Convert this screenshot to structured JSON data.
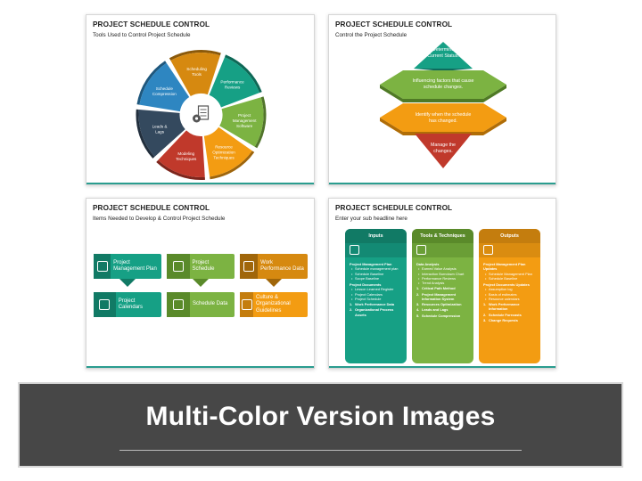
{
  "colors": {
    "teal": "#2a9d8f",
    "green": "#7cb342",
    "orange": "#f39c12",
    "red": "#c0392b",
    "blue": "#2e86c1",
    "navy": "#34495e",
    "amber": "#d68910",
    "dark_banner": "#474747"
  },
  "card1": {
    "title": "PROJECT SCHEDULE CONTROL",
    "subtitle": "Tools Used to Control Project Schedule",
    "segments": [
      {
        "line1": "Performance",
        "line2": "Reviews",
        "line3": "",
        "color": "#16a085"
      },
      {
        "line1": "Project",
        "line2": "Management",
        "line3": "Software",
        "color": "#7cb342"
      },
      {
        "line1": "Resource",
        "line2": "Optimization",
        "line3": "Techniques",
        "color": "#f39c12"
      },
      {
        "line1": "Modeling",
        "line2": "Techniques",
        "line3": "",
        "color": "#c0392b"
      },
      {
        "line1": "Leads &",
        "line2": "Lags",
        "line3": "",
        "color": "#34495e"
      },
      {
        "line1": "Schedule",
        "line2": "Compression",
        "line3": "",
        "color": "#2e86c1"
      },
      {
        "line1": "Scheduling",
        "line2": "Tools",
        "line3": "",
        "color": "#d68910"
      }
    ],
    "center_icon": "document-gear-icon"
  },
  "card2": {
    "title": "PROJECT SCHEDULE CONTROL",
    "subtitle": "Control the Project Schedule",
    "shapes": [
      {
        "line1": "Determine",
        "line2": "Current Status.",
        "color": "#16a085"
      },
      {
        "line1": "Influencing factors that cause",
        "line2": "schedule changes.",
        "color": "#7cb342"
      },
      {
        "line1": "Identify when the schedule",
        "line2": "has changed.",
        "color": "#f39c12"
      },
      {
        "line1": "Manage the",
        "line2": "changes.",
        "color": "#c0392b"
      }
    ]
  },
  "card3": {
    "title": "PROJECT SCHEDULE CONTROL",
    "subtitle": "Items Needed to Develop & Control Project Schedule",
    "top": [
      {
        "label": "Project Management Plan",
        "color": "#16a085"
      },
      {
        "label": "Project Schedule",
        "color": "#7cb342"
      },
      {
        "label": "Work Performance Data",
        "color": "#d68910"
      }
    ],
    "bottom": [
      {
        "label": "Project Calendars",
        "color": "#16a085"
      },
      {
        "label": "Schedule Data",
        "color": "#7cb342"
      },
      {
        "label": "Culture & Organizational Guidelines",
        "color": "#f39c12"
      }
    ]
  },
  "card4": {
    "title": "PROJECT SCHEDULE CONTROL",
    "subtitle": "Enter your sub headline here",
    "inputs": {
      "header": "Inputs",
      "h1": "Project Management Plan",
      "b1": "Schedule management plan",
      "b2": "Schedule Baseline",
      "b3": "Scope Baseline",
      "h2": "Project Documents",
      "b4": "Lesson Learned Register",
      "b5": "Project Calendars",
      "b6": "Project Schedule",
      "n1": "Work Performance Data",
      "n2": "Organizational Process Assets"
    },
    "tools": {
      "header": "Tools & Techniques",
      "h1": "Data Analysis",
      "b1": "Earned Value Analysis",
      "b2": "Interaction Burndown Chart",
      "b3": "Performance Reviews",
      "b4": "Trend Analysis",
      "n1": "Critical Path Method",
      "n2": "Project Management Information System",
      "n3": "Resources Optimization",
      "n4": "Leads and Lags",
      "n5": "Schedule Compression"
    },
    "outputs": {
      "header": "Outputs",
      "h1": "Project Management Plan Updates",
      "b1": "Schedule Management Plan",
      "b2": "Schedule Baseline",
      "h2": "Project Documents Updates",
      "b3": "Assumption log",
      "b4": "Basis of estimates",
      "b5": "Resource calendars",
      "n1": "Work Performance Information",
      "n2": "Schedule Forecasts",
      "n3": "Change Requests"
    }
  },
  "banner": {
    "text": "Multi-Color Version Images"
  }
}
